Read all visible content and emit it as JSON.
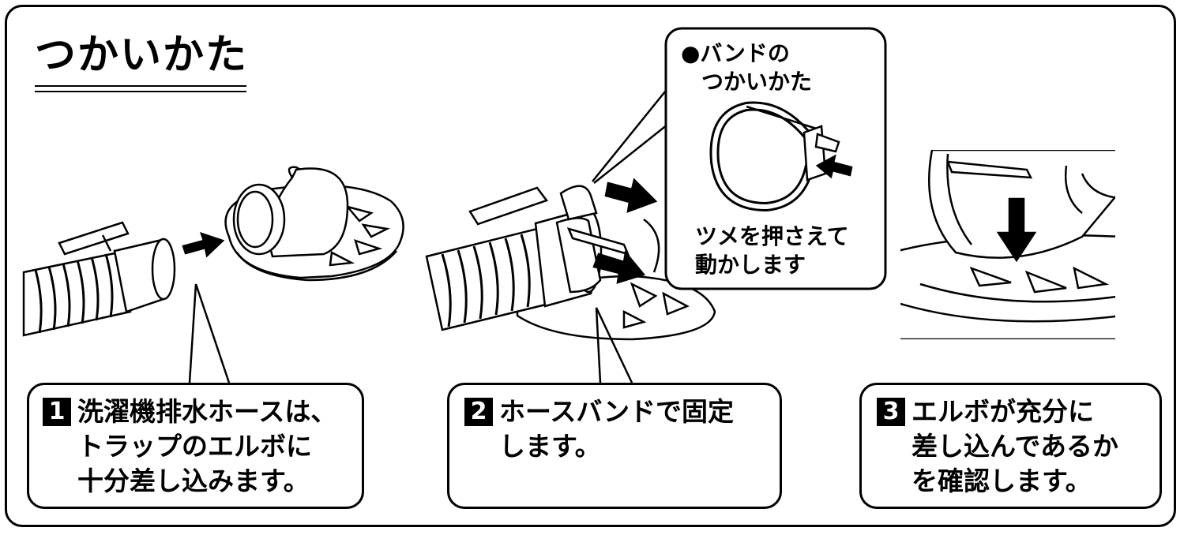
{
  "title": "つかいかた",
  "band": {
    "heading_line1": "●バンドの",
    "heading_line2": "つかいかた",
    "note_line1": "ツメを押さえて",
    "note_line2": "動かします"
  },
  "steps": [
    {
      "number": "1",
      "line1": "洗濯機排水ホースは、",
      "line2": "トラップのエルボに",
      "line3": "十分差し込みます。"
    },
    {
      "number": "2",
      "line1": "ホースバンドで固定",
      "line2": "します。"
    },
    {
      "number": "3",
      "line1": "エルボが充分に",
      "line2": "差し込んであるか",
      "line3": "を確認します。"
    }
  ]
}
